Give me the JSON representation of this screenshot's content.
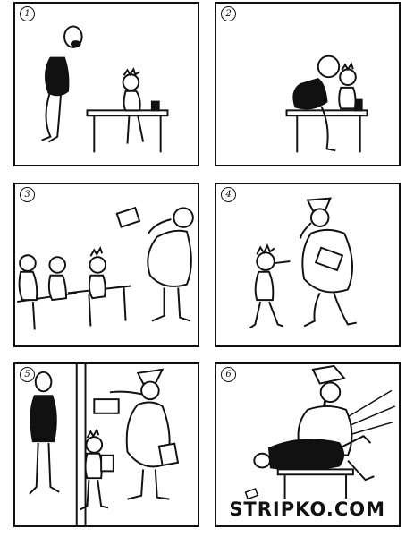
{
  "panels": [
    {
      "number": "1"
    },
    {
      "number": "2"
    },
    {
      "number": "3"
    },
    {
      "number": "4"
    },
    {
      "number": "5"
    },
    {
      "number": "6"
    }
  ],
  "brand": {
    "logo_text": "STRIPKO.COM"
  },
  "colors": {
    "ink": "#111111",
    "paper": "#ffffff"
  }
}
